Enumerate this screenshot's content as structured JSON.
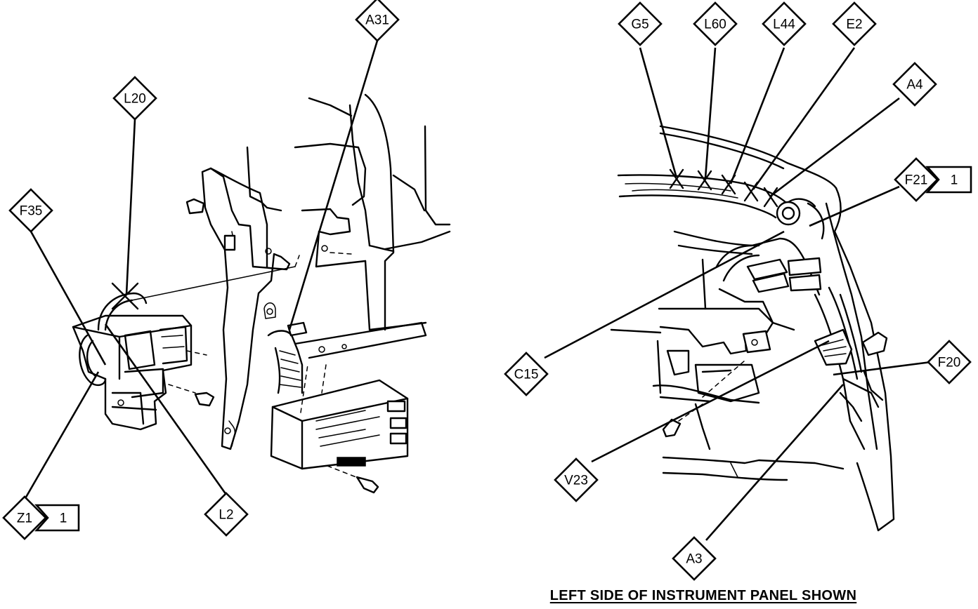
{
  "caption": "LEFT SIDE OF INSTRUMENT PANEL SHOWN",
  "callouts": [
    {
      "id": "A31",
      "label": "A31"
    },
    {
      "id": "L20",
      "label": "L20"
    },
    {
      "id": "F35",
      "label": "F35"
    },
    {
      "id": "Z1",
      "label": "Z1",
      "tag": "1"
    },
    {
      "id": "L2",
      "label": "L2"
    },
    {
      "id": "G5",
      "label": "G5"
    },
    {
      "id": "L60",
      "label": "L60"
    },
    {
      "id": "L44",
      "label": "L44"
    },
    {
      "id": "E2",
      "label": "E2"
    },
    {
      "id": "A4",
      "label": "A4"
    },
    {
      "id": "F21",
      "label": "F21",
      "tag": "1"
    },
    {
      "id": "C15",
      "label": "C15"
    },
    {
      "id": "F20",
      "label": "F20"
    },
    {
      "id": "V23",
      "label": "V23"
    },
    {
      "id": "A3",
      "label": "A3"
    }
  ]
}
